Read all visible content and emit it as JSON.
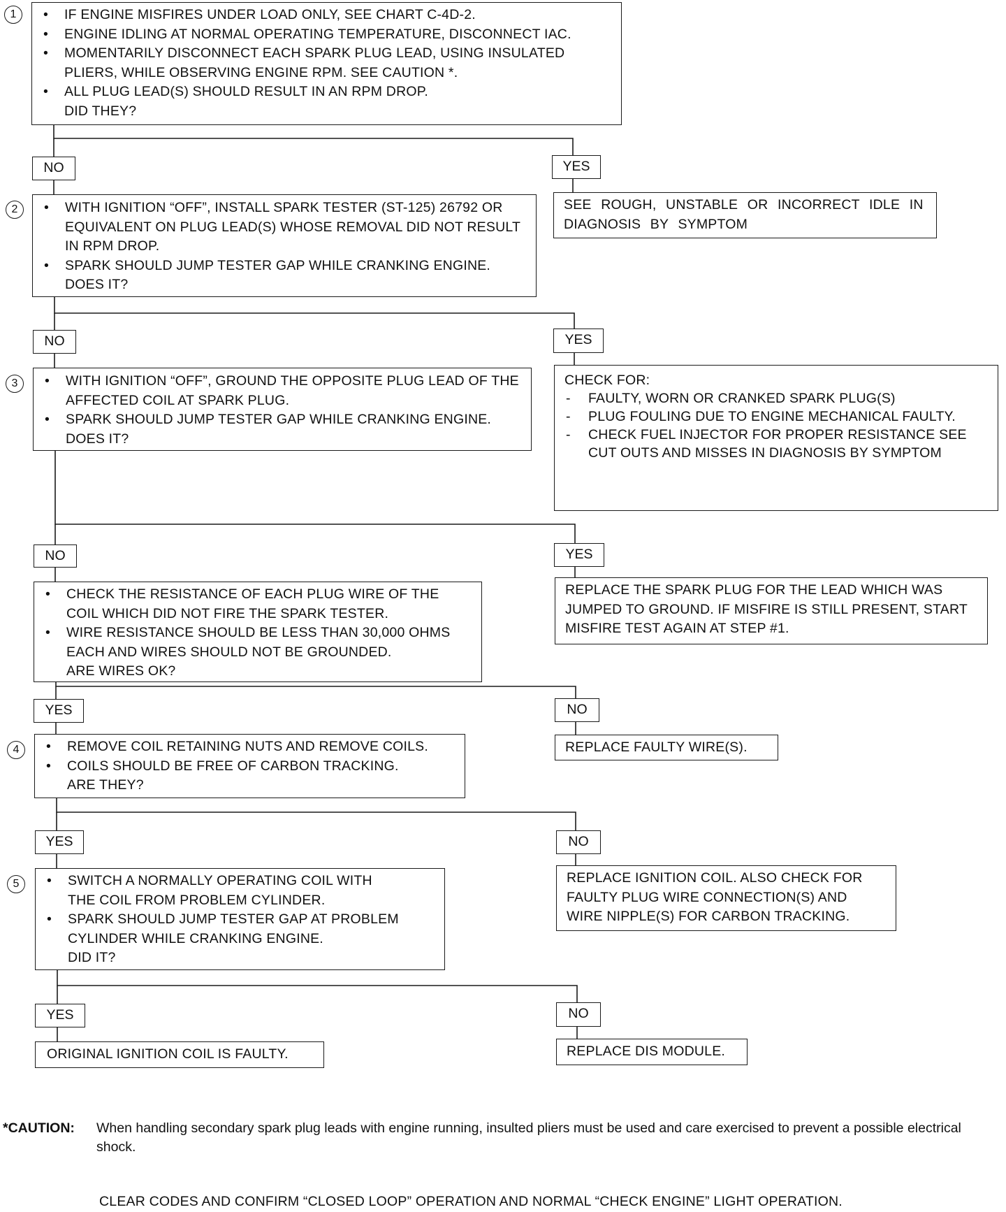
{
  "steps": [
    {
      "number": "1",
      "bullets": [
        "IF ENGINE MISFIRES UNDER LOAD ONLY, SEE CHART C-4D-2.",
        "ENGINE IDLING AT NORMAL OPERATING TEMPERATURE, DISCONNECT IAC.",
        "MOMENTARILY DISCONNECT EACH SPARK PLUG LEAD, USING INSULATED PLIERS, WHILE OBSERVING ENGINE RPM. SEE CAUTION *.",
        "ALL PLUG LEAD(S) SHOULD RESULT IN AN RPM DROP."
      ],
      "question": "DID THEY?"
    },
    {
      "number": "2",
      "bullets": [
        "WITH IGNITION “OFF”, INSTALL SPARK TESTER (ST-125) 26792 OR EQUIVALENT ON PLUG LEAD(S) WHOSE REMOVAL DID NOT RESULT IN RPM DROP.",
        "SPARK SHOULD JUMP TESTER GAP WHILE CRANKING ENGINE."
      ],
      "question": "DOES IT?"
    },
    {
      "number": "3",
      "bullets": [
        "WITH IGNITION “OFF”, GROUND THE OPPOSITE PLUG LEAD OF THE AFFECTED COIL AT SPARK PLUG.",
        "SPARK SHOULD JUMP TESTER GAP WHILE CRANKING ENGINE."
      ],
      "question": "DOES IT?"
    },
    {
      "number": "",
      "bullets": [
        "CHECK THE RESISTANCE OF EACH PLUG WIRE OF THE COIL WHICH DID NOT FIRE THE SPARK TESTER.",
        "WIRE RESISTANCE SHOULD BE LESS THAN 30,000 OHMS EACH AND WIRES SHOULD NOT BE GROUNDED."
      ],
      "question": "ARE WIRES OK?"
    },
    {
      "number": "4",
      "bullets": [
        "REMOVE COIL RETAINING NUTS AND REMOVE COILS.",
        "COILS SHOULD BE FREE OF CARBON TRACKING."
      ],
      "question": "ARE THEY?"
    },
    {
      "number": "5",
      "bullets": [
        "SWITCH A NORMALLY OPERATING COIL WITH THE COIL FROM PROBLEM CYLINDER.",
        "SPARK SHOULD JUMP TESTER GAP AT PROBLEM CYLINDER WHILE CRANKING ENGINE."
      ],
      "question": "DID IT?"
    }
  ],
  "branches": [
    {
      "left": "NO",
      "right": "YES"
    },
    {
      "left": "NO",
      "right": "YES"
    },
    {
      "left": "NO",
      "right": "YES"
    },
    {
      "left": "YES",
      "right": "NO"
    },
    {
      "left": "YES",
      "right": "NO"
    },
    {
      "left": "YES",
      "right": "NO"
    }
  ],
  "results": {
    "r1": "SEE ROUGH, UNSTABLE OR INCORRECT IDLE IN DIAGNOSIS BY SYMPTOM",
    "r2_title": "CHECK FOR:",
    "r2_items": [
      "FAULTY, WORN OR CRANKED SPARK PLUG(S)",
      "PLUG FOULING DUE TO ENGINE MECHANICAL FAULTY.",
      "CHECK FUEL INJECTOR FOR PROPER RESISTANCE SEE CUT OUTS AND MISSES IN DIAGNOSIS BY SYMPTOM"
    ],
    "r3": "REPLACE THE SPARK PLUG FOR THE LEAD WHICH WAS JUMPED TO GROUND. IF MISFIRE IS STILL PRESENT, START MISFIRE TEST AGAIN AT STEP #1.",
    "r4": "REPLACE FAULTY WIRE(S).",
    "r5": "REPLACE IGNITION COIL. ALSO CHECK FOR FAULTY PLUG WIRE CONNECTION(S) AND WIRE NIPPLE(S) FOR CARBON TRACKING.",
    "r6_left": "ORIGINAL IGNITION COIL IS FAULTY.",
    "r6_right": "REPLACE DIS MODULE."
  },
  "caution": {
    "label": "*CAUTION:",
    "text": "When handling secondary spark plug leads with engine running, insulted pliers must be used and care exercised to prevent a possible electrical shock."
  },
  "footer": "CLEAR CODES AND CONFIRM “CLOSED LOOP” OPERATION AND NORMAL “CHECK ENGINE” LIGHT OPERATION."
}
